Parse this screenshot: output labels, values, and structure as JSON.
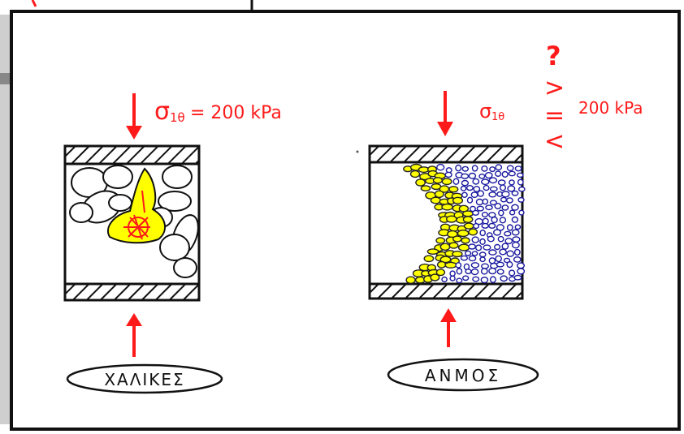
{
  "left_panel": {
    "stress_label": "σ",
    "stress_subscript": "1θ",
    "stress_value": "= 200 kPa",
    "material_label": "ΧΑΛΙΚΕΣ"
  },
  "right_panel": {
    "stress_label": "σ",
    "stress_subscript": "1θ",
    "question_mark": "?",
    "greater_symbol": ">",
    "equal_symbol": "=",
    "less_symbol": "<",
    "stress_value": "200 kPa",
    "material_label": "ΑΝΜΟΣ"
  },
  "colors": {
    "arrow": "#ff1a1a",
    "highlight": "#ffff00",
    "frame": "#111111",
    "sand_grain_outline": "#1a1aa0"
  }
}
